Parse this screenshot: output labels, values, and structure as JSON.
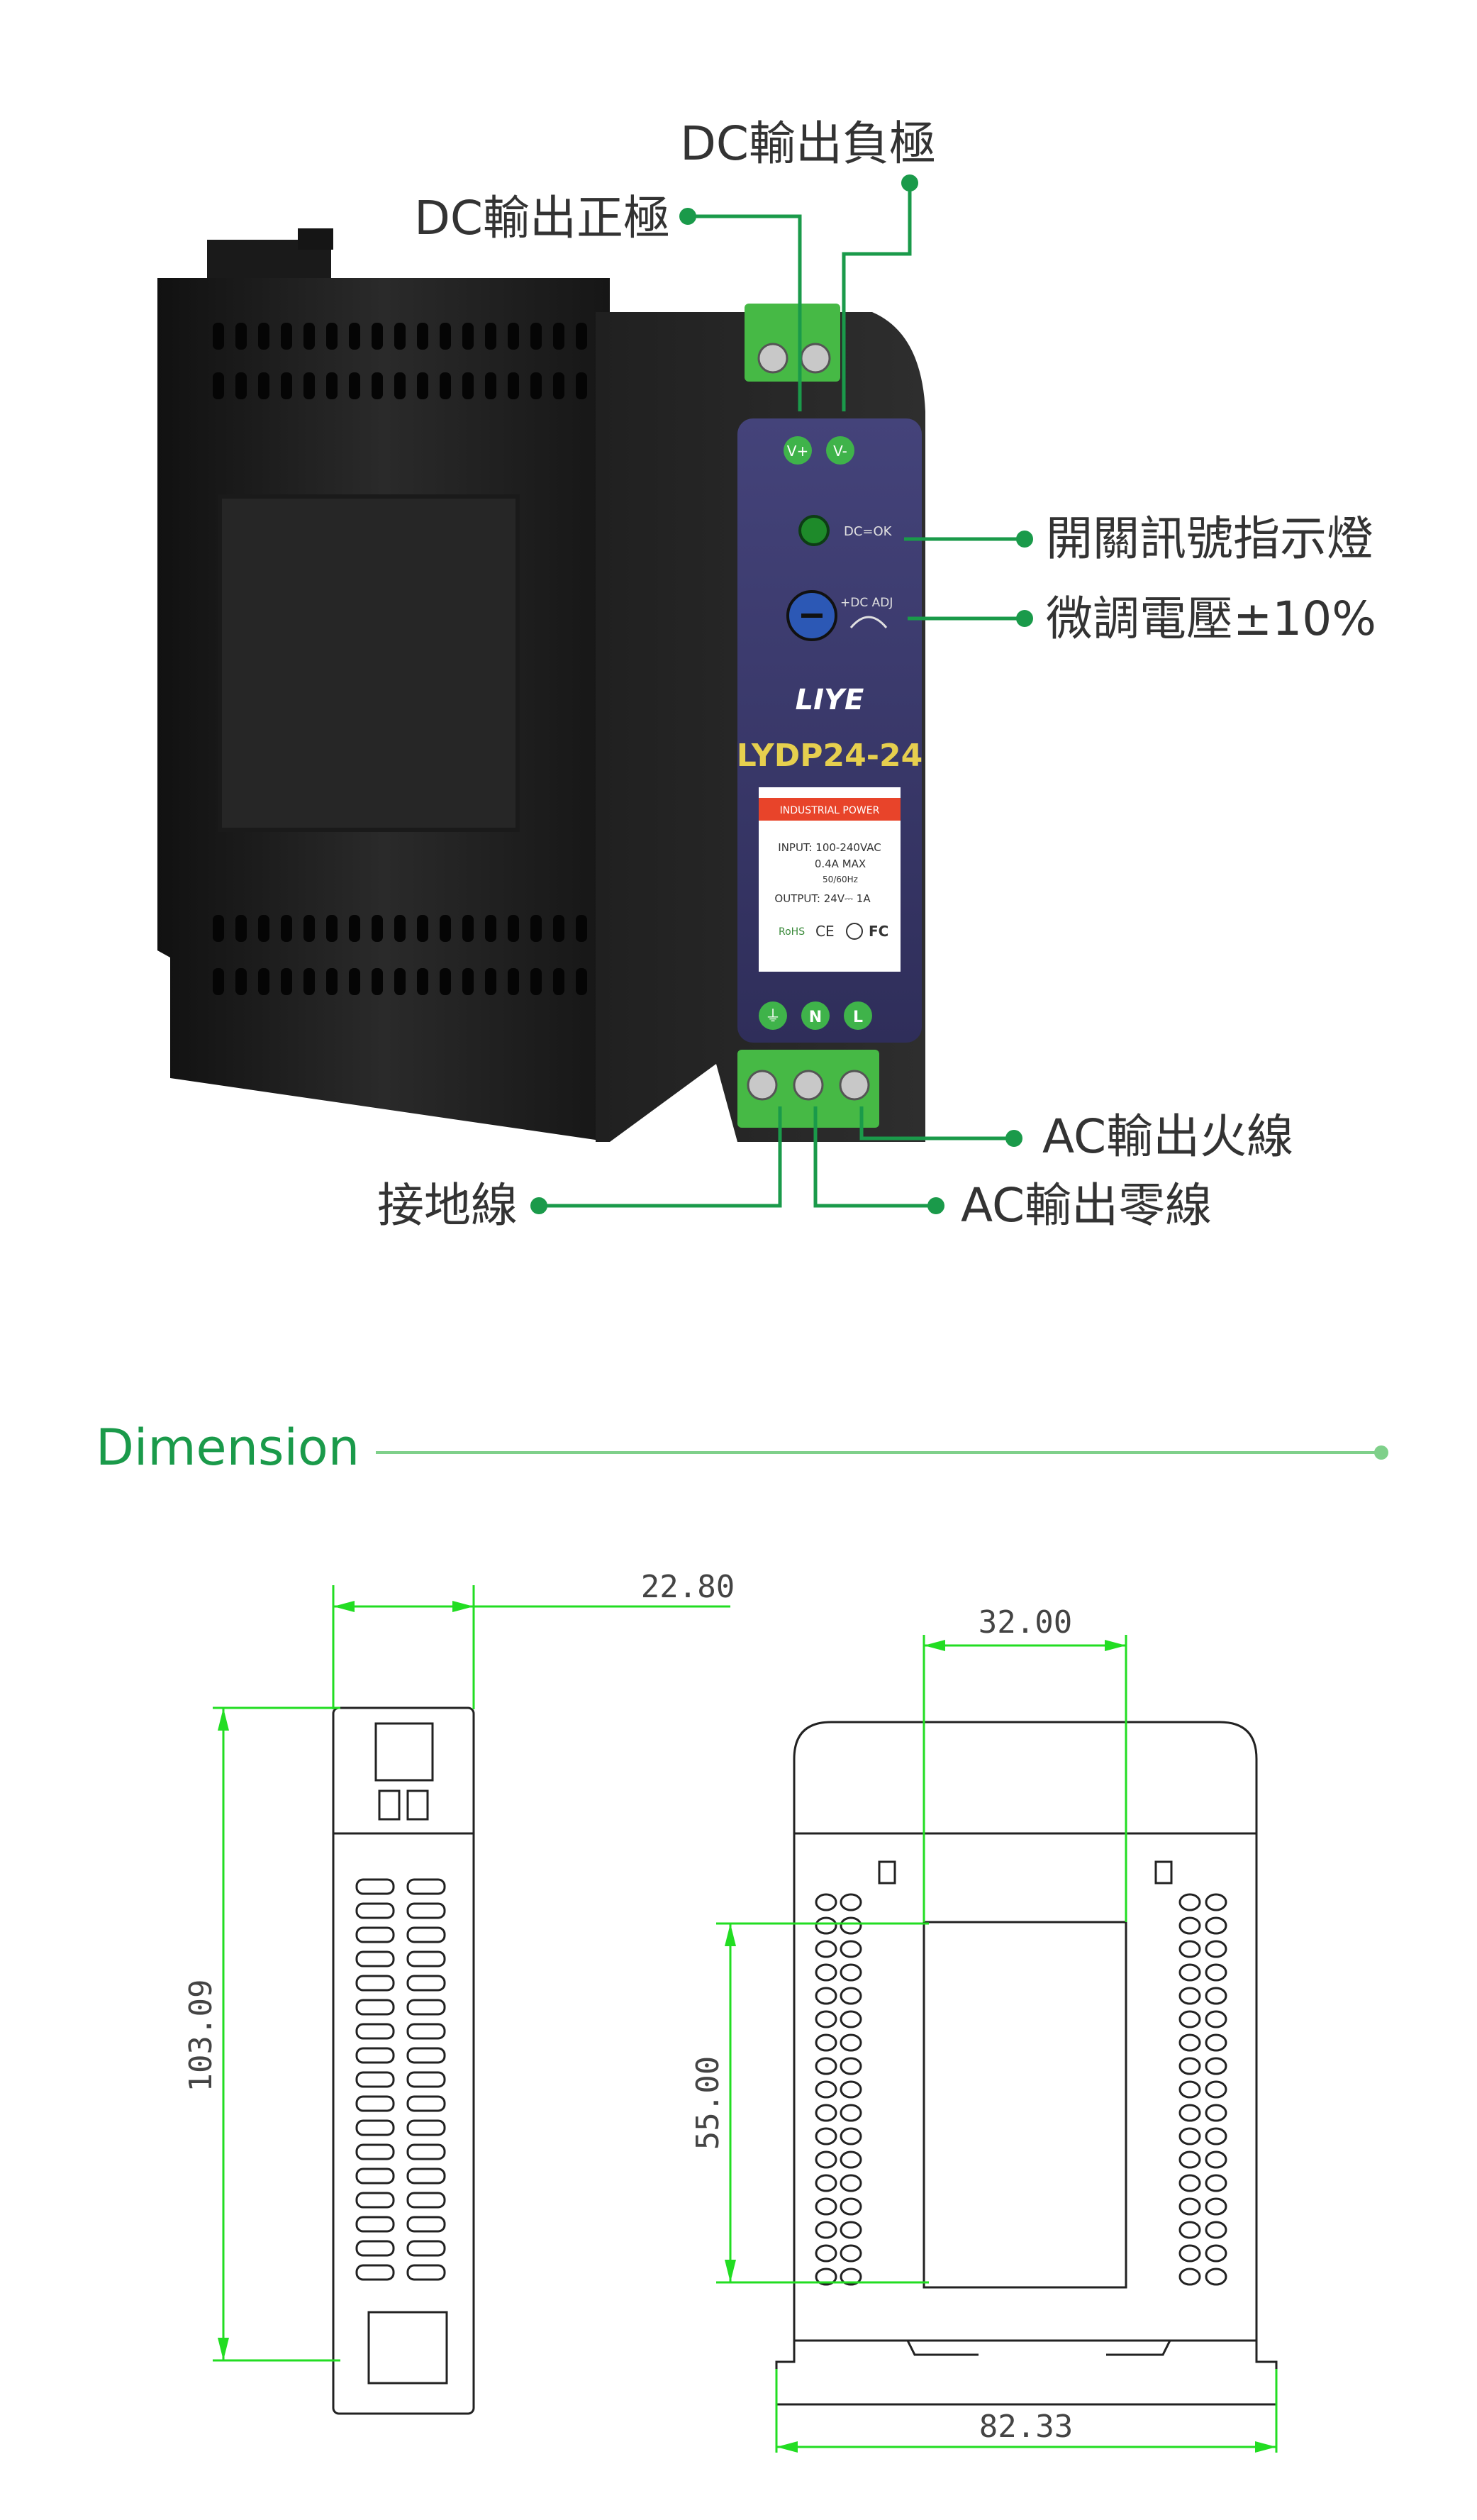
{
  "callouts": {
    "dc_negative": "DC輸出負極",
    "dc_positive": "DC輸出正極",
    "led_indicator": "開關訊號指示燈",
    "voltage_adjust": "微調電壓±10%",
    "ac_live": "AC輸出火線",
    "ground": "接地線",
    "ac_neutral": "AC輸出零線"
  },
  "product": {
    "terminal_pos": "V+",
    "terminal_neg": "V-",
    "led_label": "DC=OK",
    "adj_label": "+DC ADJ",
    "brand": "LIYE",
    "model": "LYDP24-24",
    "badge": "INDUSTRIAL POWER",
    "spec_input": "INPUT: 100-240VAC",
    "spec_current": "0.4A MAX",
    "spec_freq": "50/60Hz",
    "spec_output": "OUTPUT: 24V⎓ 1A",
    "cert_rohs": "RoHS",
    "cert_ce": "CE",
    "cert_fc": "FC",
    "term_n": "N",
    "term_l": "L"
  },
  "section": {
    "title": "Dimension"
  },
  "dimensions": {
    "side_width": "22.80",
    "side_height": "103.09",
    "front_top": "32.00",
    "front_window": "55.00",
    "front_width": "82.33"
  },
  "colors": {
    "accent": "#1a9a4a",
    "dim_line": "#22dd22",
    "body": "#1c1c1c",
    "panel": "#3b3a6a",
    "terminal": "#4fc24a"
  }
}
